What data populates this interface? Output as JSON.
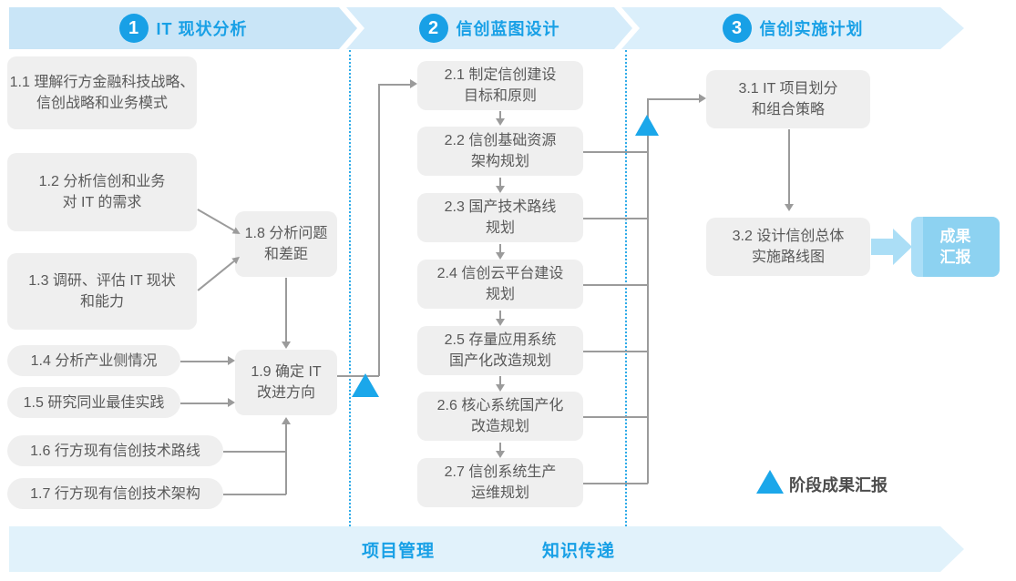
{
  "phases": [
    {
      "number": "1",
      "title": "IT 现状分析"
    },
    {
      "number": "2",
      "title": "信创蓝图设计"
    },
    {
      "number": "3",
      "title": "信创实施计划"
    }
  ],
  "boxes": {
    "b11": "1.1 理解行方金融科技战略、\n信创战略和业务模式",
    "b12": "1.2 分析信创和业务\n对 IT 的需求",
    "b13": "1.3 调研、评估 IT 现状\n和能力",
    "b14": "1.4 分析产业侧情况",
    "b15": "1.5 研究同业最佳实践",
    "b16": "1.6 行方现有信创技术路线",
    "b17": "1.7 行方现有信创技术架构",
    "b18": "1.8 分析问题\n和差距",
    "b19": "1.9 确定 IT\n改进方向",
    "b21": "2.1 制定信创建设\n目标和原则",
    "b22": "2.2 信创基础资源\n架构规划",
    "b23": "2.3 国产技术路线\n规划",
    "b24": "2.4 信创云平台建设\n规划",
    "b25": "2.5 存量应用系统\n国产化改造规划",
    "b26": "2.6 核心系统国产化\n改造规划",
    "b27": "2.7 信创系统生产\n运维规划",
    "b31": "3.1 IT 项目划分\n和组合策略",
    "b32": "3.2 设计信创总体\n实施路线图"
  },
  "result_box": "成果\n汇报",
  "legend": "阶段成果汇报",
  "bottom_bar": [
    "项目管理",
    "知识传递"
  ],
  "colors": {
    "accent_blue": "#18a0e6",
    "banner_light_blue": "#cde7f8",
    "step_box_gray": "#efefef",
    "step_text_gray": "#595959",
    "connector_gray": "#9b9b9b",
    "milestone_triangle_blue": "#1ba7ea",
    "result_box_blue": "#8dd2f1",
    "bottom_banner_blue": "#e1f2fb"
  }
}
